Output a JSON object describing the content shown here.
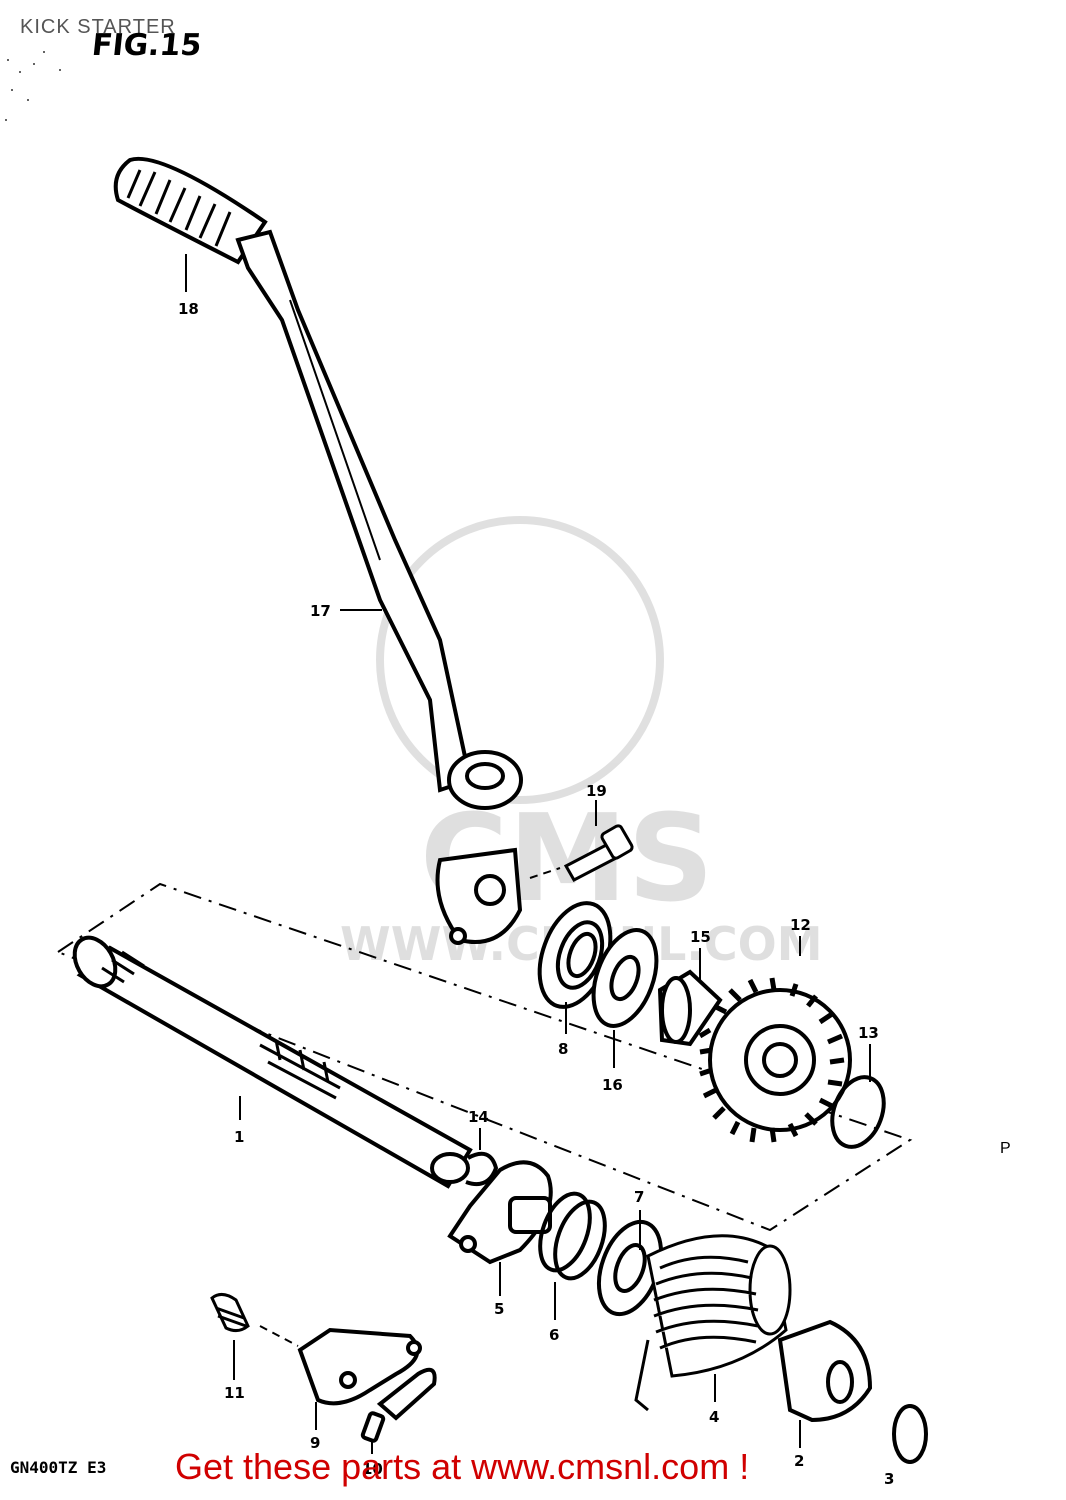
{
  "header": {
    "section_title": "KICK STARTER",
    "figure_label": "FIG.15"
  },
  "footer": {
    "model_code": "GN400TZ  E3",
    "call_to_action": "Get these parts at www.cmsnl.com !"
  },
  "stray_mark": "P",
  "watermark": {
    "text": "CMS",
    "url_text": "WWW.CMSNL.COM"
  },
  "part_numbers": {
    "p1": "1",
    "p2": "2",
    "p3": "3",
    "p4": "4",
    "p5": "5",
    "p6": "6",
    "p7": "7",
    "p8": "8",
    "p9": "9",
    "p10": "10",
    "p11": "11",
    "p12": "12",
    "p13": "13",
    "p14": "14",
    "p15": "15",
    "p16": "16",
    "p17": "17",
    "p18": "18",
    "p19": "19"
  }
}
